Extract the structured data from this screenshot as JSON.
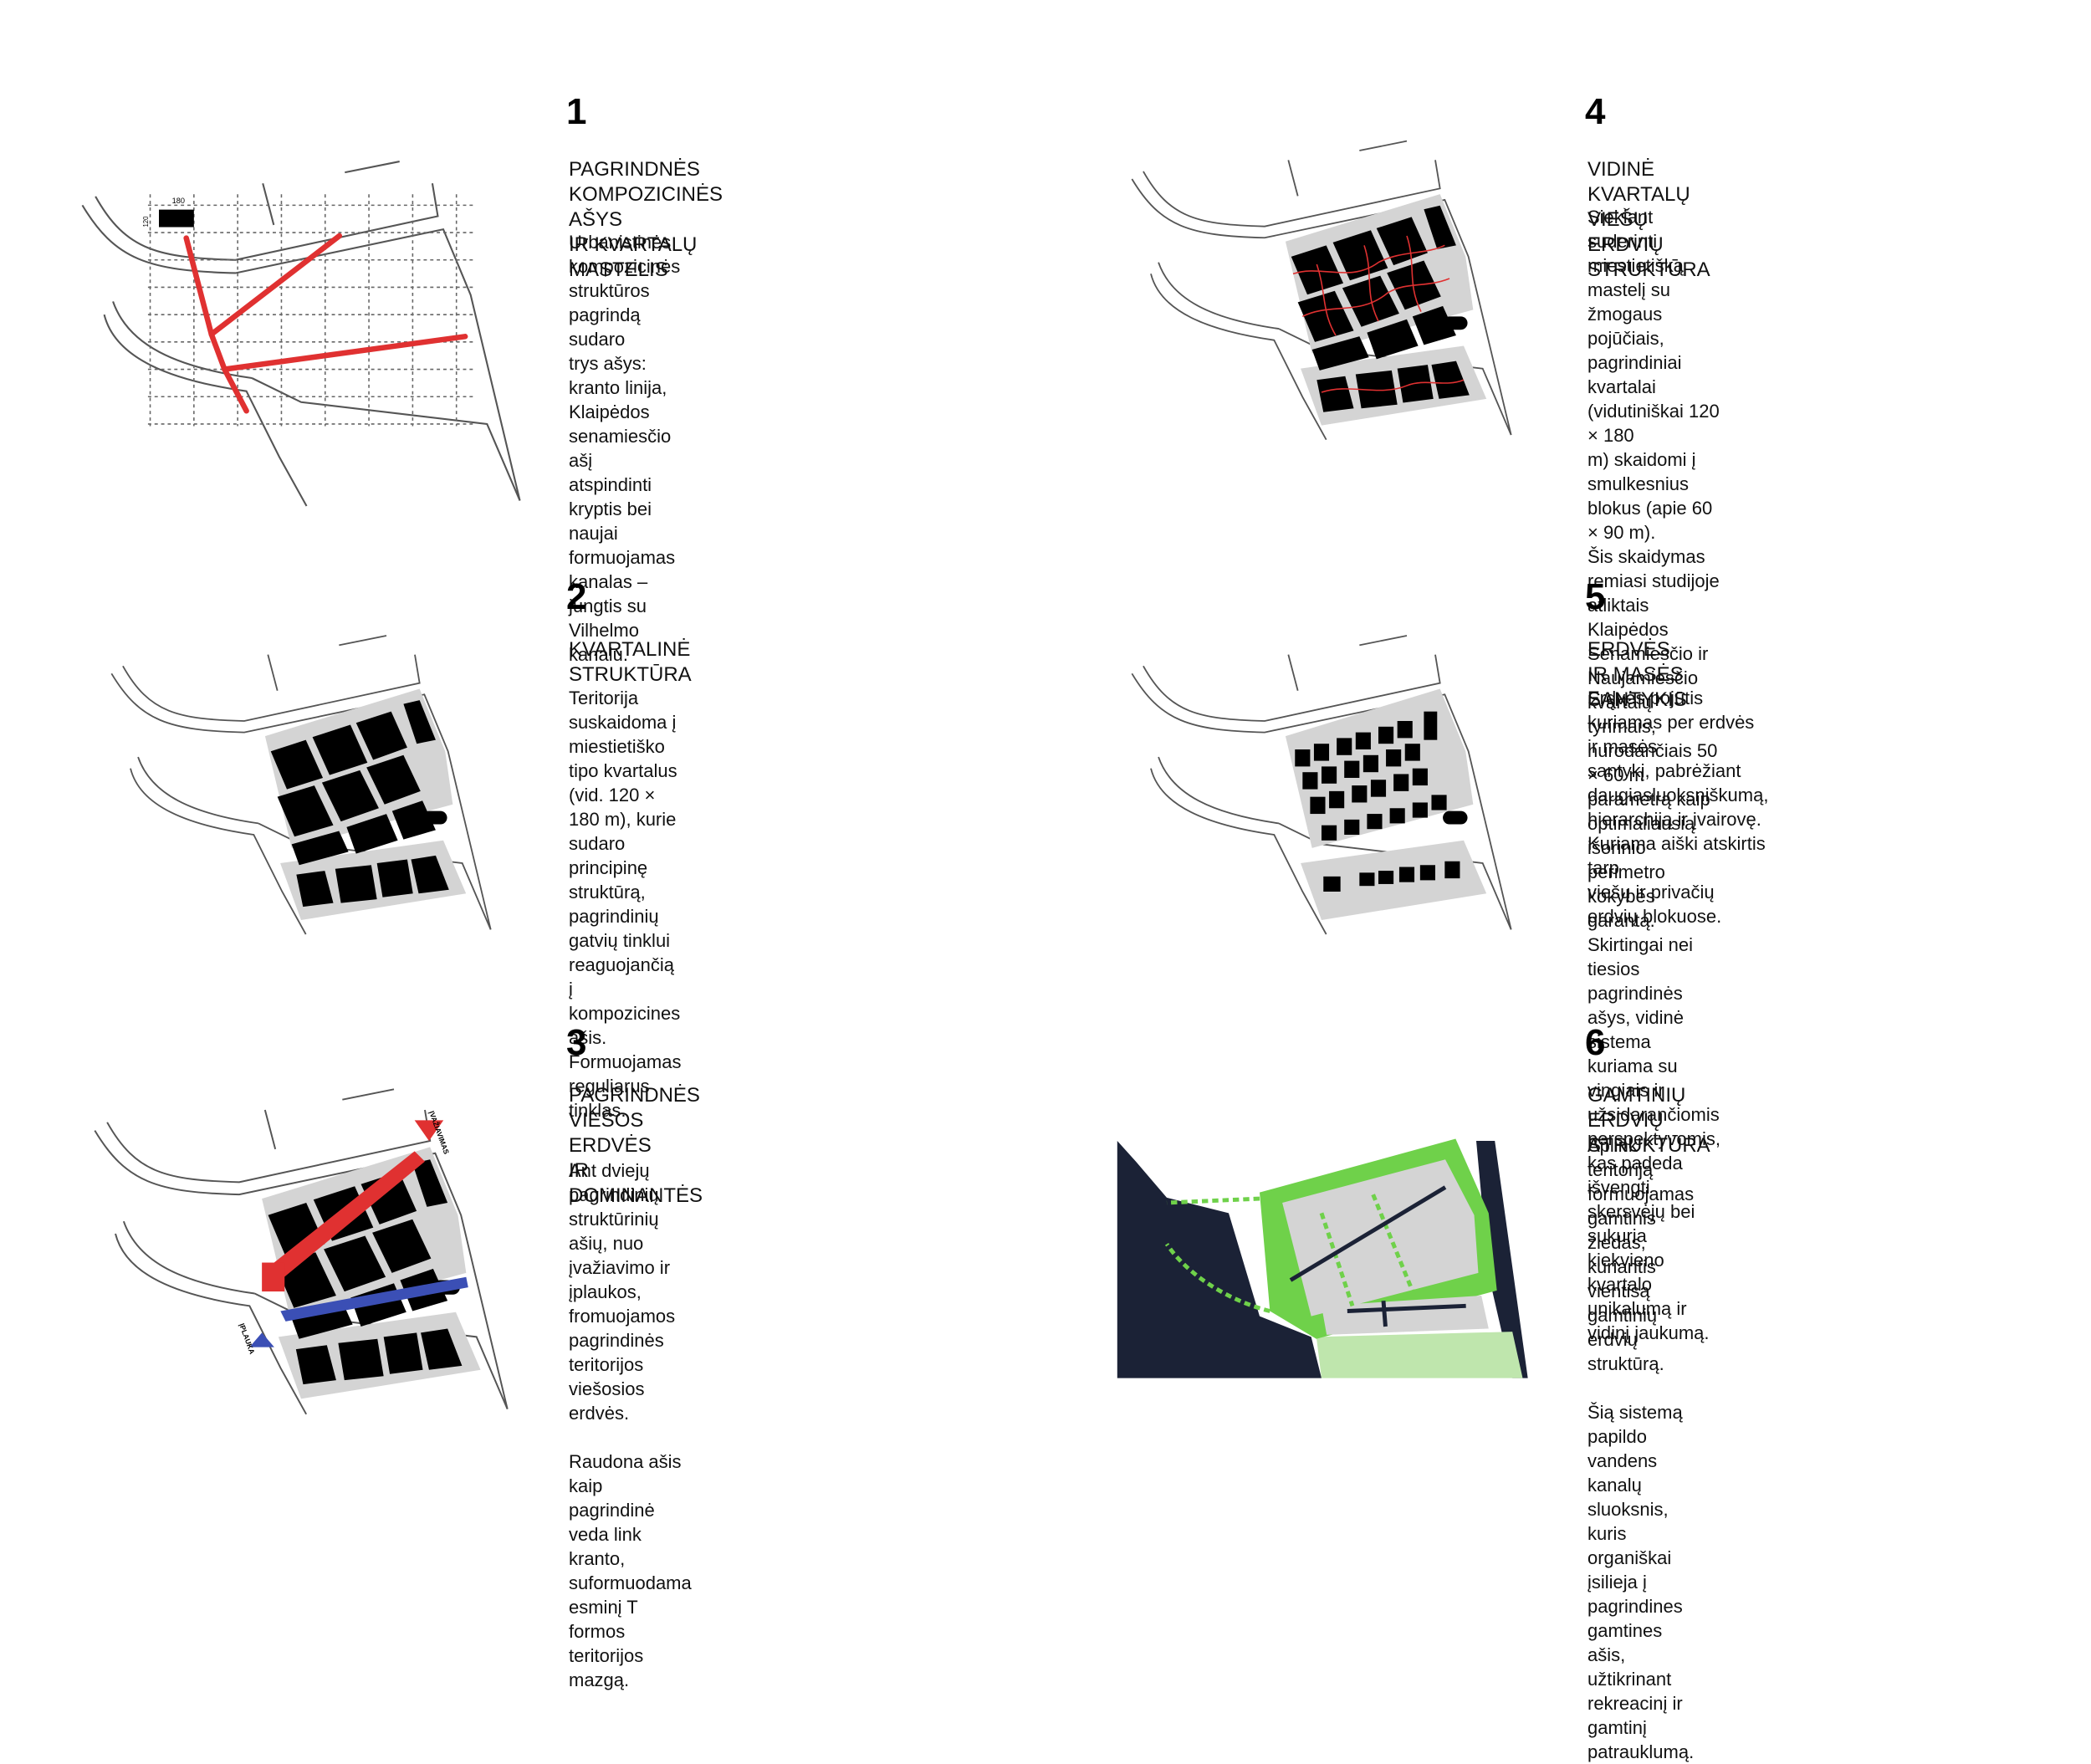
{
  "colors": {
    "axis_red": "#e03131",
    "axis_blue": "#3b4fb5",
    "block_black": "#000000",
    "plot_grey": "#d4d4d4",
    "water_navy": "#1b2236",
    "green": "#6fd14a",
    "light_green": "#bfe6ad"
  },
  "panels": [
    {
      "number": "1",
      "title": "PAGRINDNĖS KOMPOZICINĖS AŠYS\nIR KVARTALŲ MASTELIS",
      "body": "Urbanistinės kompozicinės struktūros pagrindą sudaro\ntrys ašys: kranto linija, Klaipėdos senamiesčio ašį\natspindinti kryptis bei naujai formuojamas kanalas –\njungtis su Vilhelmo kanalu.",
      "grid_label_horizontal": "180",
      "grid_label_vertical": "120"
    },
    {
      "number": "2",
      "title": "KVARTALINĖ STRUKTŪRA",
      "body": "Teritorija suskaidoma į miestietiško tipo kvartalus\n(vid. 120 × 180 m), kurie sudaro principinę\nstruktūrą, pagrindinių gatvių tinklui reaguojančią\nį kompozicines ašis. Formuojamas reguliarus\ntinklas."
    },
    {
      "number": "3",
      "title": "PAGRINDNĖS VIEŠOS ERDVĖS\nIR DOMINANTĖS",
      "body": "Ant dviejų pagrindinių struktūrinių ašių, nuo\nįvažiavimo ir įplaukos, fromuojamos pagrindinės\nteritorijos viešosios erdvės.\n\nRaudona ašis kaip pagrindinė veda link kranto,\nsuformuodama esminį T formos teritorijos mazgą.",
      "label_entry": "ĮVAŽIAVIMAS",
      "label_water_entry": "ĮPLAUKA"
    },
    {
      "number": "4",
      "title": "VIDINĖ KVARTALŲ VIEŠŲ ERDVIŲ STRUKTŪRA",
      "body": "Siekiant suderinti miestietišką mastelį su žmogaus\npojūčiais, pagrindiniai kvartalai (vidutiniškai 120 × 180\nm) skaidomi į smulkesnius blokus (apie 60 × 90 m).\nŠis skaidymas remiasi studijoje atliktais Klaipėdos\nSenamiesčio ir Naujamiesčio kvartalų tyrimais,\nnurodančiais 50 × 60 m parametrą kaip optimaliausią\nišorinio perimetro kokybės garantą.\nSkirtingai nei tiesios pagrindinės ašys, vidinė sistema\nkuriama su vingiais ir užsidarančiomis perspektyvomis,\nkas padeda išvengti skersvėjų bei sukuria kiekvieno\nkvartalo unikalumą ir vidinį jaukumą."
    },
    {
      "number": "5",
      "title": "ERDVĖS IR MASĖS SĄNTYKIS",
      "body": "Erdvės pojūtis kuriamas per erdvės ir masės\nsantykį, pabrėžiant daugiasluoksniškumą,\nhierarchiją ir įvairovę. Kuriama aiški atskirtis tarp\nviešų ir privačių erdvių blokuose."
    },
    {
      "number": "6",
      "title": "GAMTINIŲ ERDVIŲ STRUKTŪRA",
      "body": "Aplink teritoriją formuojamas gamtinis žiedas,\nkuriantis vientisą gamtinių erdvių struktūrą.\n\nŠią sistemą papildo vandens kanalų sluoksnis,\nkuris organiškai įsilieja į pagrindines gamtines ašis,\nužtikrinant rekreacinį ir gamtinį patrauklumą."
    }
  ]
}
